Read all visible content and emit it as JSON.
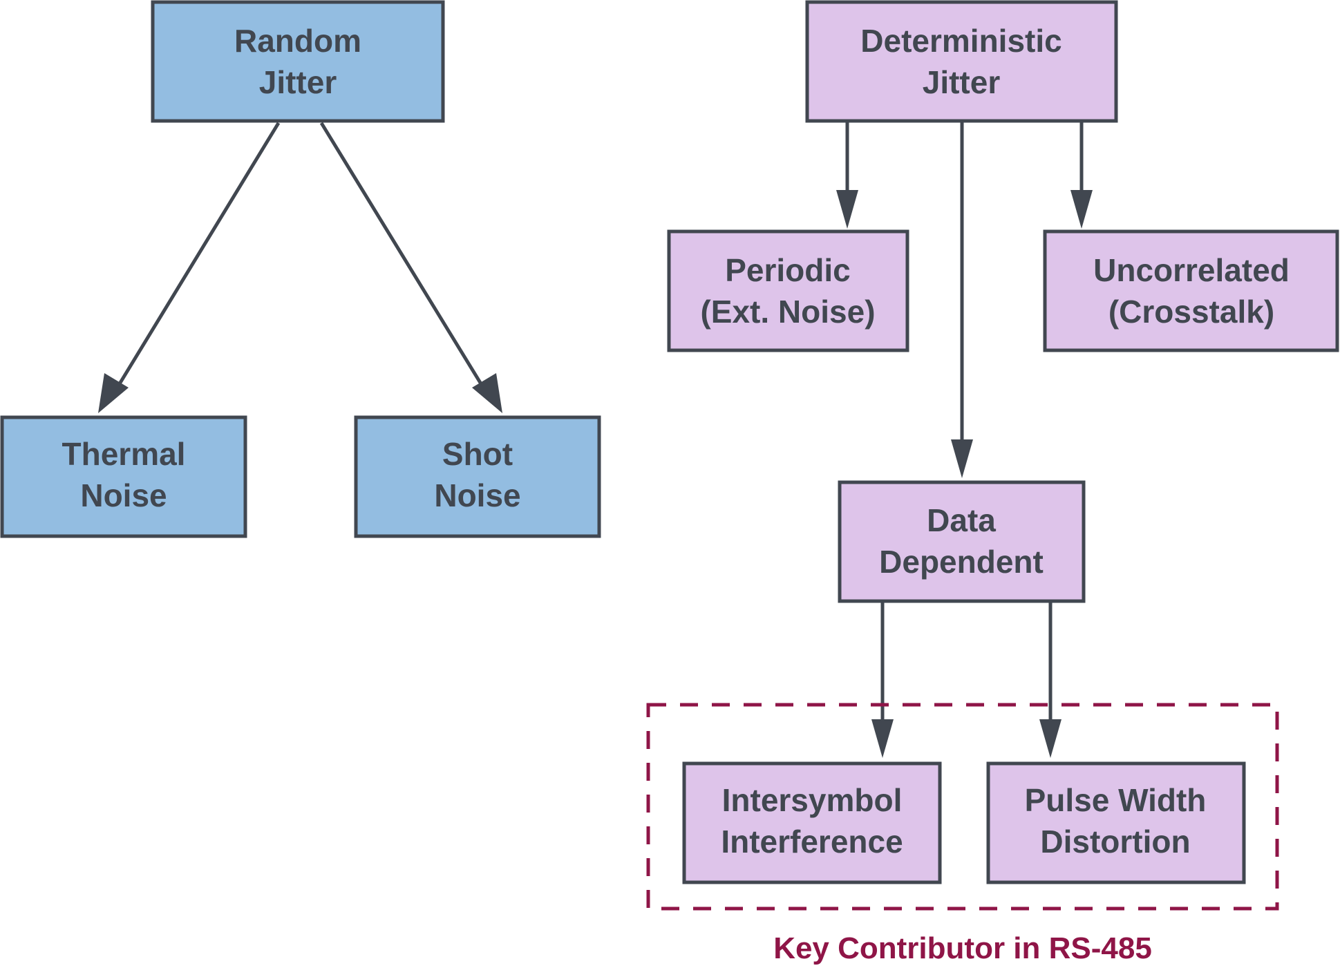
{
  "colors": {
    "random_fill": "#93bde1",
    "deterministic_fill": "#dec4ea",
    "outline": "#414750",
    "highlight": "#8f1547"
  },
  "nodes": {
    "random_jitter": [
      "Random",
      "Jitter"
    ],
    "thermal_noise": [
      "Thermal",
      "Noise"
    ],
    "shot_noise": [
      "Shot",
      "Noise"
    ],
    "deterministic_jitter": [
      "Deterministic",
      "Jitter"
    ],
    "periodic": [
      "Periodic",
      "(Ext. Noise)"
    ],
    "uncorrelated": [
      "Uncorrelated",
      "(Crosstalk)"
    ],
    "data_dependent": [
      "Data",
      "Dependent"
    ],
    "intersymbol": [
      "Intersymbol",
      "Interference"
    ],
    "pulse_width": [
      "Pulse Width",
      "Distortion"
    ]
  },
  "key_group": {
    "label": "Key Contributor in RS-485"
  }
}
